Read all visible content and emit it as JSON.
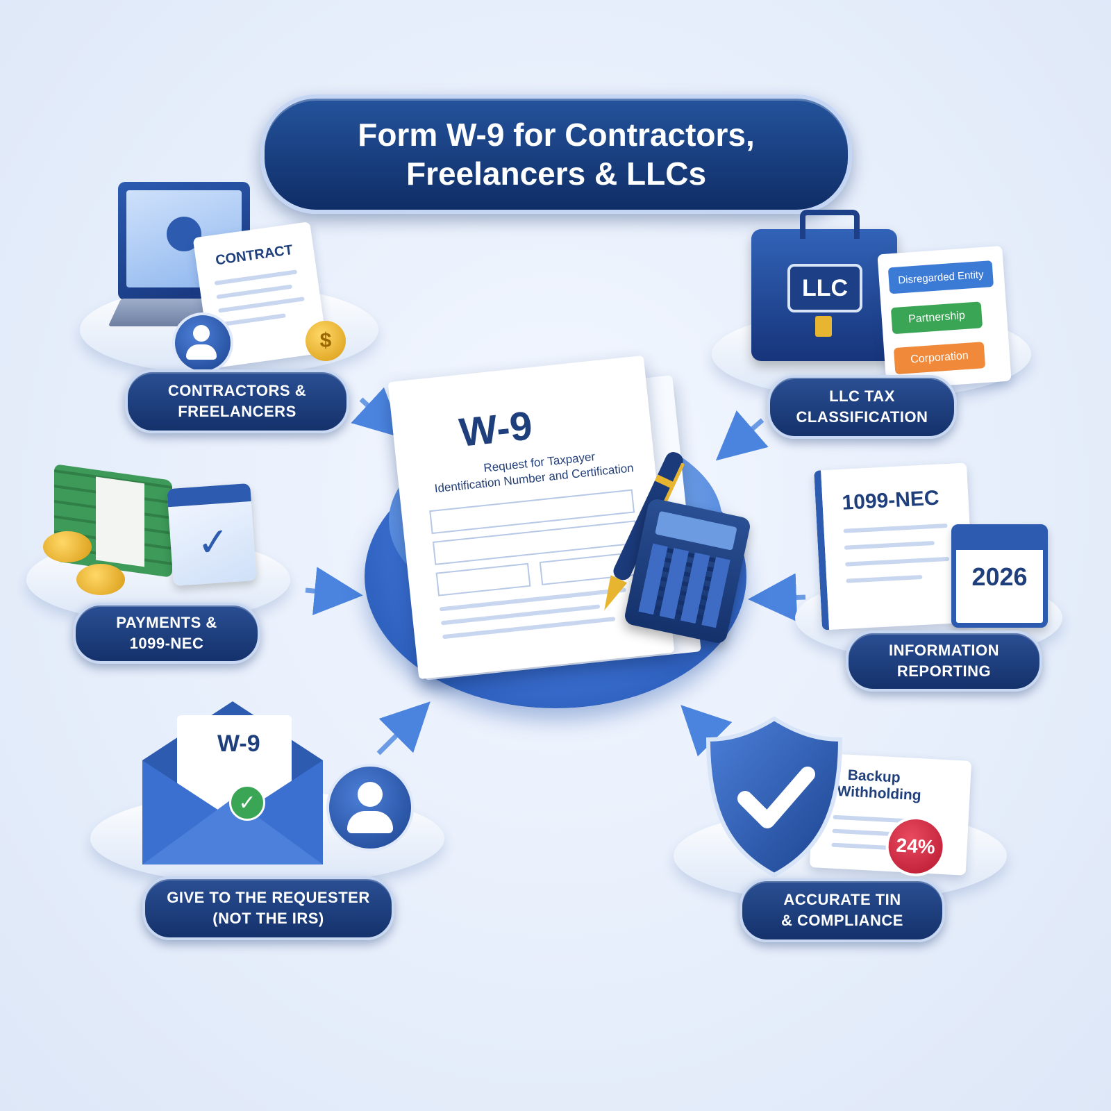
{
  "title": {
    "line1": "Form W-9 for Contractors,",
    "line2": "Freelancers & LLCs"
  },
  "center": {
    "form_title": "W-9",
    "form_subtitle_1": "Request for Taxpayer",
    "form_subtitle_2": "Identification Number and Certification"
  },
  "nodes": {
    "contractors": {
      "line1": "CONTRACTORS &",
      "line2": "FREELANCERS",
      "doc_label": "CONTRACT"
    },
    "llc": {
      "line1": "LLC TAX",
      "line2": "CLASSIFICATION",
      "badge": "LLC",
      "tags": [
        "Disregarded Entity",
        "Partnership",
        "Corporation"
      ]
    },
    "payments": {
      "line1": "PAYMENTS &",
      "line2": "1099-NEC"
    },
    "reporting": {
      "line1": "INFORMATION",
      "line2": "REPORTING",
      "doc_label": "1099-NEC",
      "year": "2026"
    },
    "requester": {
      "line1": "GIVE TO THE REQUESTER",
      "line2": "(NOT THE IRS)",
      "doc_label": "W-9"
    },
    "compliance": {
      "line1": "ACCURATE TIN",
      "line2": "& COMPLIANCE",
      "card_line1": "Backup",
      "card_line2": "Withholding",
      "rate": "24%"
    }
  },
  "colors": {
    "navy": "#14316b",
    "accent": "#3b6fd0",
    "green": "#3aa655",
    "orange": "#f08a3a",
    "red": "#d3263f",
    "gold": "#e8b531"
  }
}
